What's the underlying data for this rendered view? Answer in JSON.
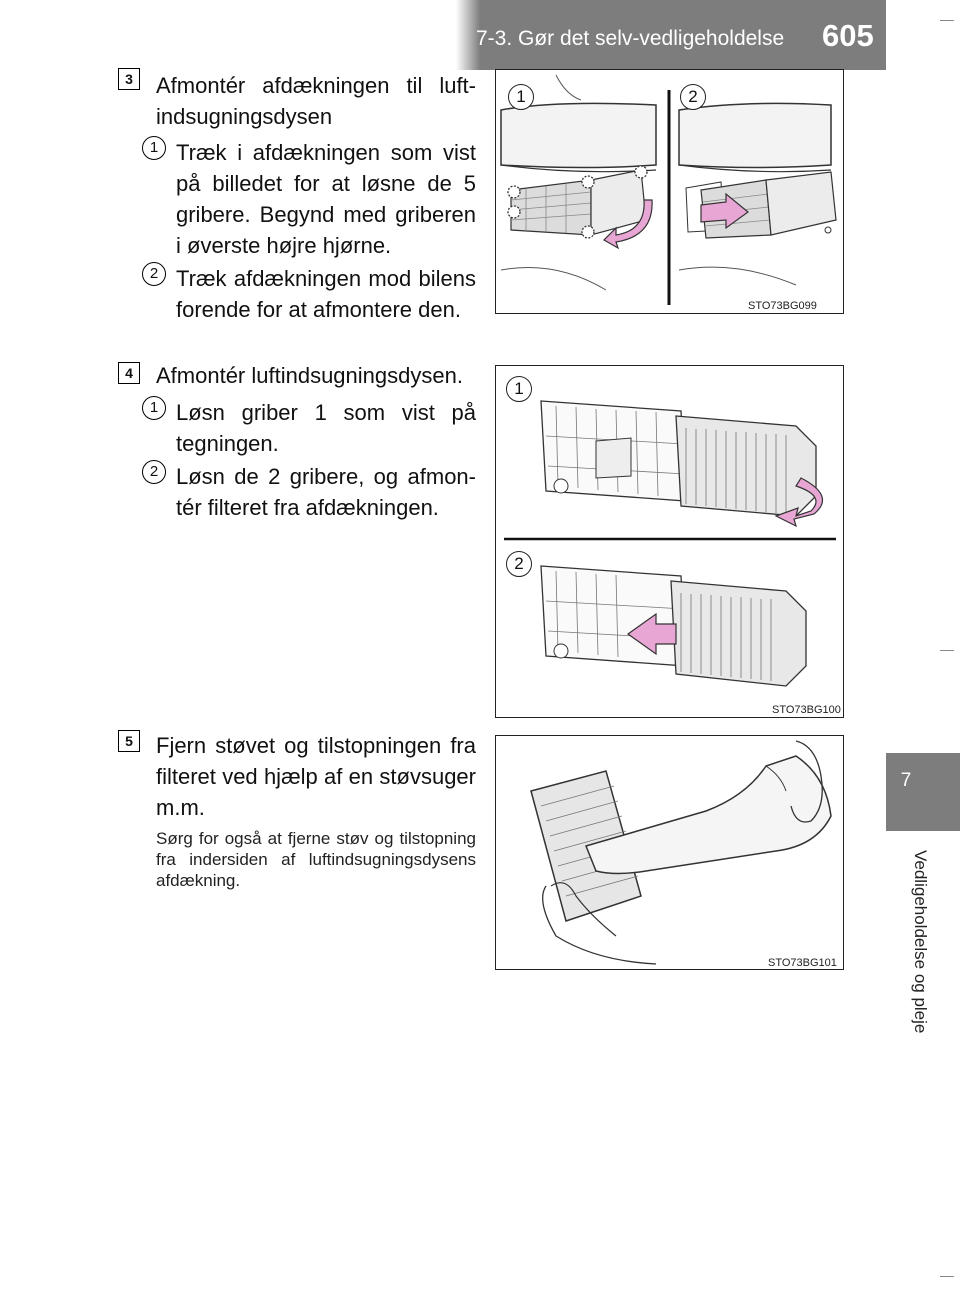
{
  "header": {
    "section_title": "7-3. Gør det selv-vedligeholdelse",
    "page_number": "605"
  },
  "side_tab": {
    "chapter_number": "7",
    "chapter_title": "Vedligeholdelse og pleje"
  },
  "steps": [
    {
      "number": "3",
      "text": "Afmontér afdækningen til luft­indsugningsdysen",
      "substeps": [
        {
          "number": "1",
          "text": "Træk i afdækningen som vist på billedet for at løsne de 5 gribere. Begynd med gribe­ren i øverste højre hjørne."
        },
        {
          "number": "2",
          "text": "Træk afdækningen mod bi­lens forende for at afmontere den."
        }
      ],
      "figure": {
        "code": "STO73BG099",
        "callouts": [
          "1",
          "2"
        ]
      }
    },
    {
      "number": "4",
      "text": "Afmontér luftindsugningsdysen.",
      "substeps": [
        {
          "number": "1",
          "text": "Løsn griber 1 som vist på tegningen."
        },
        {
          "number": "2",
          "text": "Løsn de 2 gribere, og afmon­tér filteret fra afdækningen."
        }
      ],
      "figure": {
        "code": "STO73BG100",
        "callouts": [
          "1",
          "2"
        ]
      }
    },
    {
      "number": "5",
      "text": "Fjern støvet og tilstopningen fra filteret ved hjælp af en støvsu­ger m.m.",
      "note": "Sørg for også at fjerne støv og til­stopning fra indersiden af luftinds­ugningsdysens afdækning.",
      "figure": {
        "code": "STO73BG101"
      }
    }
  ],
  "colors": {
    "header_gray": "#7d7d7d",
    "arrow_pink": "#e7a6d4"
  }
}
